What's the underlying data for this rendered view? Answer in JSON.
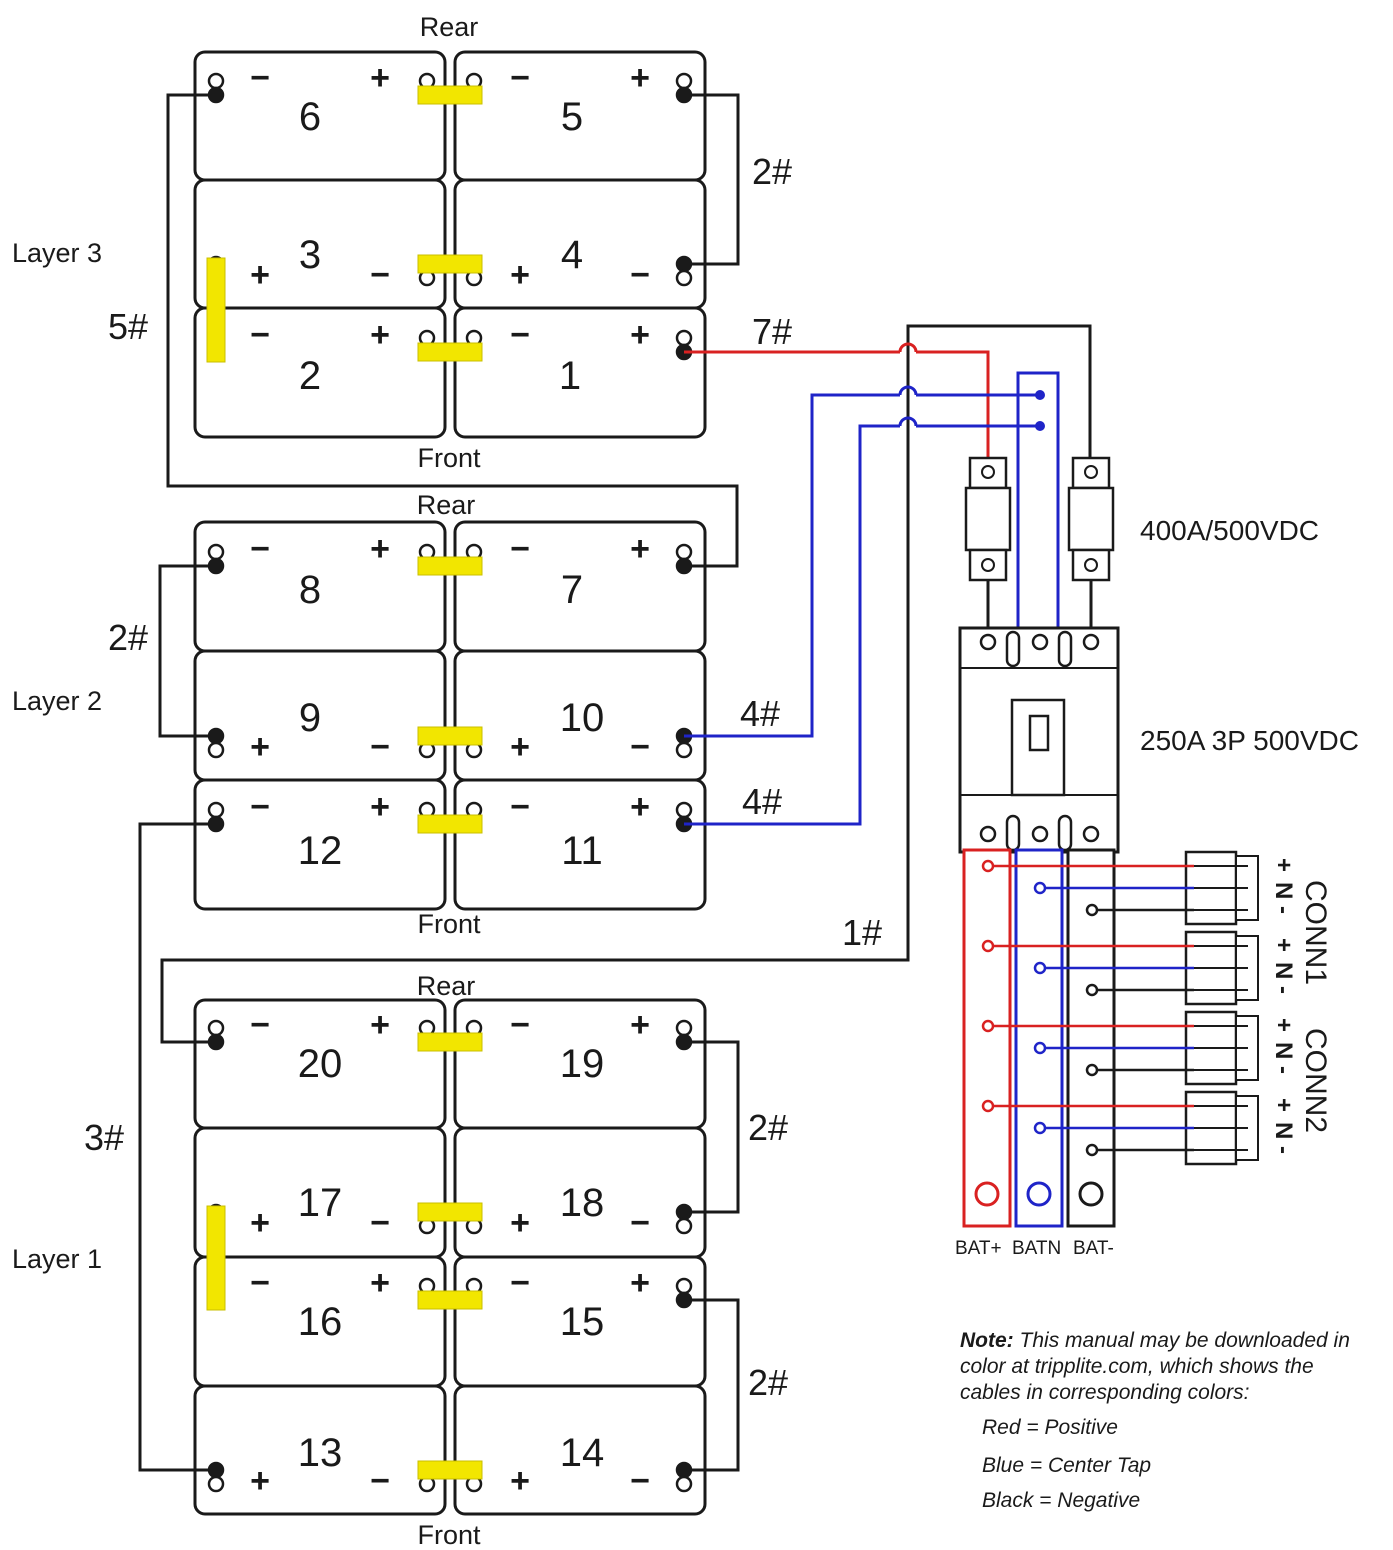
{
  "layers": [
    {
      "label": "Layer 3",
      "rear": "Rear",
      "front": "Front",
      "cells": {
        "rl": "6",
        "rr": "5",
        "ml": "3",
        "mr": "4",
        "fl": "2",
        "fr": "1"
      }
    },
    {
      "label": "Layer 2",
      "rear": "Rear",
      "front": "Front",
      "cells": {
        "rl": "8",
        "rr": "7",
        "ml": "9",
        "mr": "10",
        "fl": "12",
        "fr": "11"
      }
    },
    {
      "label": "Layer 1",
      "rear": "Rear",
      "front": "Front",
      "cells": {
        "rl": "20",
        "rr": "19",
        "ml": "17",
        "mr": "18",
        "fl": "16",
        "fr": "15",
        "bl": "13",
        "br": "14"
      }
    }
  ],
  "cables": {
    "c5": "5#",
    "c2a": "2#",
    "c7": "7#",
    "c2b": "2#",
    "c4a": "4#",
    "c4b": "4#",
    "c1": "1#",
    "c3": "3#",
    "c2c": "2#",
    "c2d": "2#"
  },
  "components": {
    "fuse_rating": "400A/500VDC",
    "breaker_rating": "250A 3P 500VDC",
    "busbars": [
      "BAT+",
      "BATN",
      "BAT-"
    ],
    "connector1": "CONN1",
    "connector2": "CONN2",
    "pin_labels": [
      "+",
      "N",
      "-"
    ]
  },
  "note": {
    "lead": "Note:",
    "text": "This manual may be downloaded in color at tripplite.com, which shows the cables in corresponding colors:",
    "legend": [
      "Red = Positive",
      "Blue = Center Tap",
      "Black = Negative"
    ]
  },
  "colors": {
    "positive": "#d92121",
    "center_tap": "#1f24c8",
    "negative": "#1a1a1a",
    "jumper": "#f2e600"
  }
}
